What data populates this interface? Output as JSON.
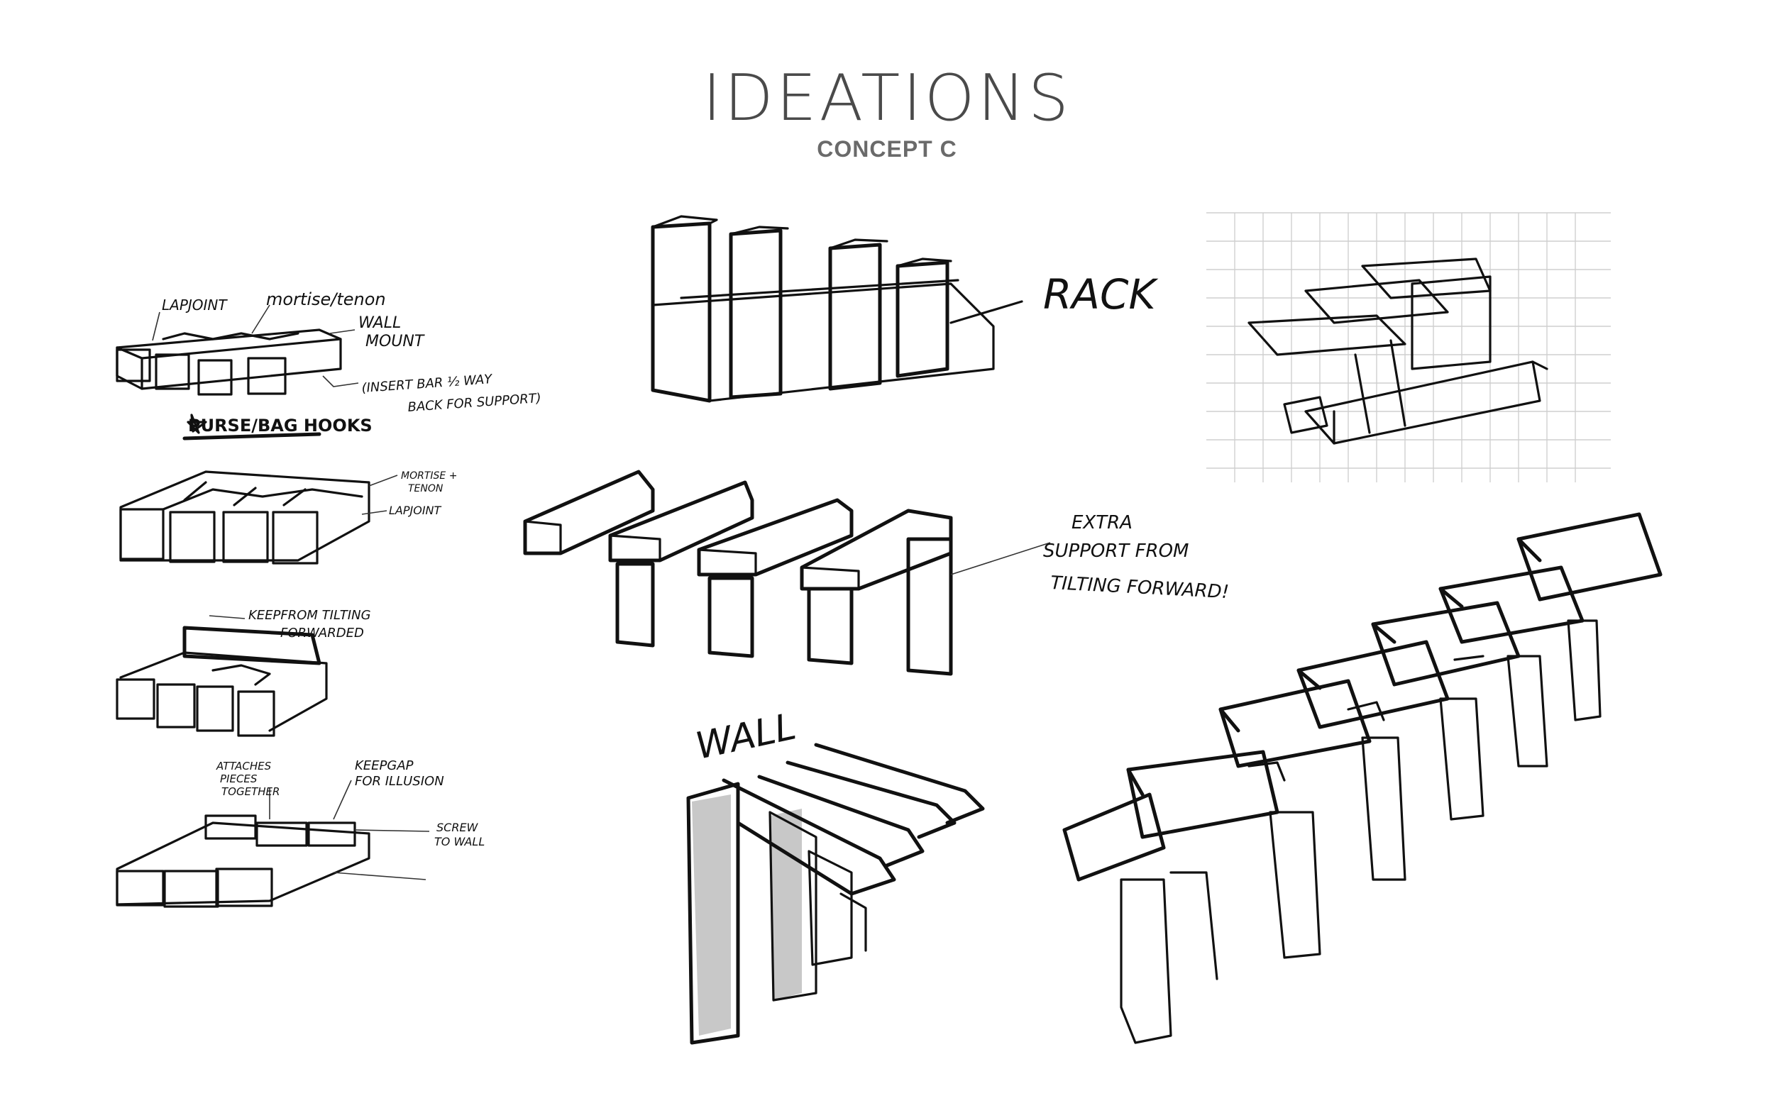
{
  "header": {
    "title": "IDEATIONS",
    "subtitle": "CONCEPT C"
  },
  "annotations": {
    "lap_joint": "LAPJOINT",
    "mortise_tenon": "mortise/tenon",
    "wall_mount_1": "WALL",
    "wall_mount_2": "MOUNT",
    "insert_bar_1": "(INSERT BAR ½ WAY",
    "insert_bar_2": "BACK FOR SUPPORT)",
    "purse_hooks": "PURSE/BAG HOOKS",
    "mortise_2a": "MORTISE +",
    "mortise_2b": "TENON",
    "lap_joint_2": "LAPJOINT",
    "keep_tilting_1": "KEEPFROM TILTING",
    "keep_tilting_2": "FORWARDED",
    "attaches_1": "ATTACHES",
    "attaches_2": "PIECES",
    "attaches_3": "TOGETHER",
    "keep_gap_1": "KEEPGAP",
    "keep_gap_2": "FOR ILLUSION",
    "screw_1": "SCREW",
    "screw_2": "TO WALL",
    "rack": "RACK",
    "extra_1": "EXTRA",
    "extra_2": "SUPPORT FROM",
    "extra_3": "TILTING FORWARD!",
    "wall": "WALL"
  }
}
